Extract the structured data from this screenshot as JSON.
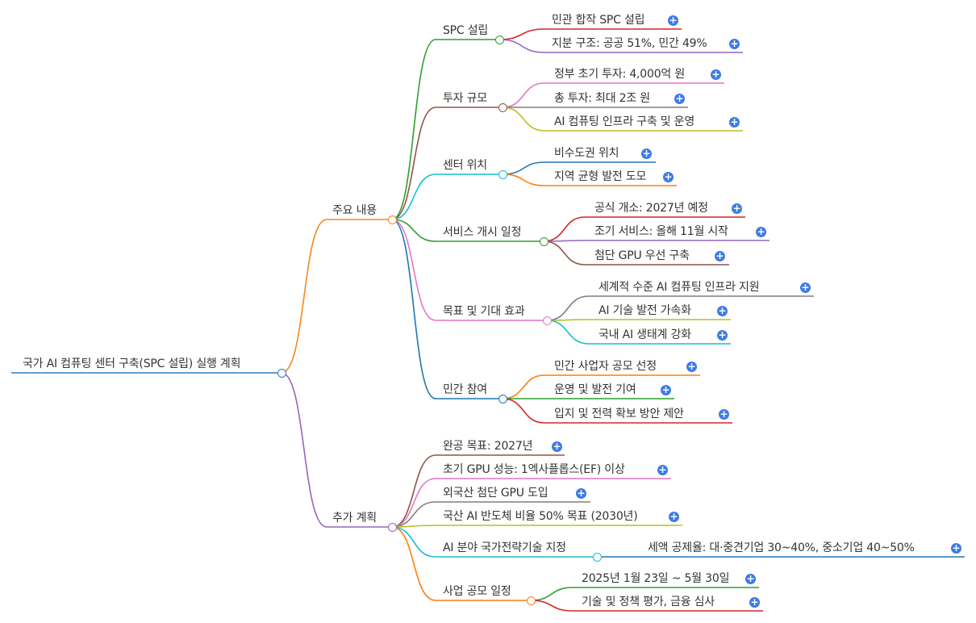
{
  "mindmap": {
    "root": {
      "label": "국가 AI 컴퓨팅 센터 구축(SPC 설립) 실행 계획",
      "color": "#2b7bbf"
    },
    "branches": [
      {
        "label": "주요 내용",
        "color": "#f5871f",
        "children": [
          {
            "label": "SPC 설립",
            "color": "#2ca02c",
            "children": [
              {
                "label": "민관 합작 SPC 설립",
                "color": "#d62728"
              },
              {
                "label": "지분 구조: 공공 51%, 민간 49%",
                "color": "#9467bd"
              }
            ]
          },
          {
            "label": "투자 규모",
            "color": "#8c564b",
            "children": [
              {
                "label": "정부 초기 투자: 4,000억 원",
                "color": "#e377c2"
              },
              {
                "label": "총 투자: 최대 2조 원",
                "color": "#7f7f7f"
              },
              {
                "label": "AI 컴퓨팅 인프라 구축 및 운영",
                "color": "#bcbd22"
              }
            ]
          },
          {
            "label": "센터 위치",
            "color": "#17becf",
            "children": [
              {
                "label": "비수도권 위치",
                "color": "#1f77b4"
              },
              {
                "label": "지역 균형 발전 도모",
                "color": "#ff7f0e"
              }
            ]
          },
          {
            "label": "서비스 개시 일정",
            "color": "#2ca02c",
            "children": [
              {
                "label": "공식 개소: 2027년 예정",
                "color": "#d62728"
              },
              {
                "label": "조기 서비스: 올해 11월 시작",
                "color": "#9467bd"
              },
              {
                "label": "첨단 GPU 우선 구축",
                "color": "#8c564b"
              }
            ]
          },
          {
            "label": "목표 및 기대 효과",
            "color": "#e377c2",
            "children": [
              {
                "label": "세계적 수준 AI 컴퓨팅 인프라 지원",
                "color": "#7f7f7f"
              },
              {
                "label": "AI 기술 발전 가속화",
                "color": "#bcbd22"
              },
              {
                "label": "국내 AI 생태계 강화",
                "color": "#17becf"
              }
            ]
          },
          {
            "label": "민간 참여",
            "color": "#1f77b4",
            "children": [
              {
                "label": "민간 사업자 공모 선정",
                "color": "#ff7f0e"
              },
              {
                "label": "운영 및 발전 기여",
                "color": "#2ca02c"
              },
              {
                "label": "입지 및 전력 확보 방안 제안",
                "color": "#d62728"
              }
            ]
          }
        ]
      },
      {
        "label": "추가 계획",
        "color": "#9467bd",
        "children": [
          {
            "label": "완공 목표: 2027년",
            "color": "#8c564b",
            "children": []
          },
          {
            "label": "초기 GPU 성능: 1엑사플롭스(EF) 이상",
            "color": "#e377c2",
            "children": []
          },
          {
            "label": "외국산 첨단 GPU 도입",
            "color": "#7f7f7f",
            "children": []
          },
          {
            "label": "국산 AI 반도체 비율 50% 목표 (2030년)",
            "color": "#bcbd22",
            "children": []
          },
          {
            "label": "AI 분야 국가전략기술 지정",
            "color": "#17becf",
            "children": [
              {
                "label": "세액 공제율: 대·중견기업 30~40%, 중소기업 40~50%",
                "color": "#1f77b4"
              }
            ]
          },
          {
            "label": "사업 공모 일정",
            "color": "#ff7f0e",
            "children": [
              {
                "label": "2025년 1월 23일 ~ 5월 30일",
                "color": "#2ca02c"
              },
              {
                "label": "기술 및 정책 평가, 금융 심사",
                "color": "#d62728"
              }
            ]
          }
        ]
      }
    ],
    "expand_icon": "plus-circle-icon",
    "expand_symbol": "+"
  }
}
